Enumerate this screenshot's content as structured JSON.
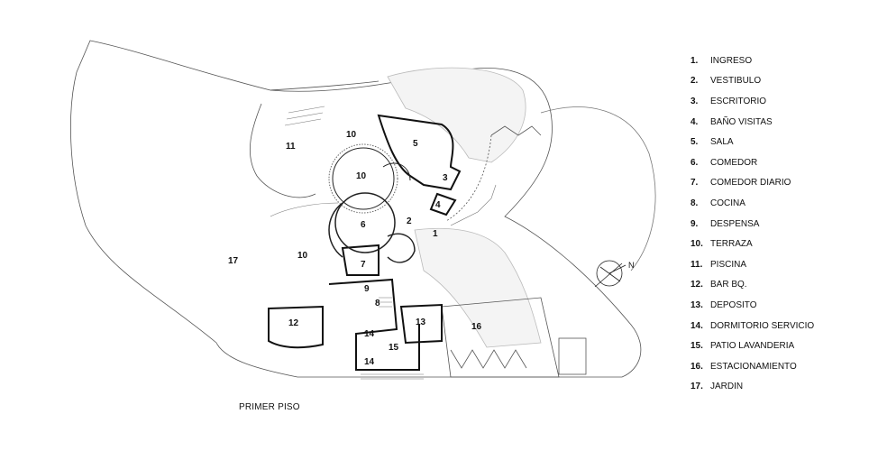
{
  "caption": "PRIMER PISO",
  "north_label": "N",
  "legend": [
    {
      "num": "1.",
      "label": "INGRESO"
    },
    {
      "num": "2.",
      "label": "VESTIBULO"
    },
    {
      "num": "3.",
      "label": "ESCRITORIO"
    },
    {
      "num": "4.",
      "label": "BAÑO VISITAS"
    },
    {
      "num": "5.",
      "label": "SALA"
    },
    {
      "num": "6.",
      "label": "COMEDOR"
    },
    {
      "num": "7.",
      "label": "COMEDOR DIARIO"
    },
    {
      "num": "8.",
      "label": "COCINA"
    },
    {
      "num": "9.",
      "label": "DESPENSA"
    },
    {
      "num": "10.",
      "label": "TERRAZA"
    },
    {
      "num": "11.",
      "label": " PISCINA"
    },
    {
      "num": "12.",
      "label": " BAR BQ."
    },
    {
      "num": "13.",
      "label": "DEPOSITO"
    },
    {
      "num": "14.",
      "label": "DORMITORIO SERVICIO"
    },
    {
      "num": "15.",
      "label": "PATIO LAVANDERIA"
    },
    {
      "num": "16.",
      "label": "ESTACIONAMIENTO"
    },
    {
      "num": "17.",
      "label": "JARDIN"
    }
  ],
  "room_labels": [
    "1",
    "2",
    "3",
    "4",
    "5",
    "6",
    "7",
    "8",
    "9",
    "10",
    "10",
    "10",
    "11",
    "12",
    "13",
    "14",
    "14",
    "15",
    "16",
    "17"
  ]
}
